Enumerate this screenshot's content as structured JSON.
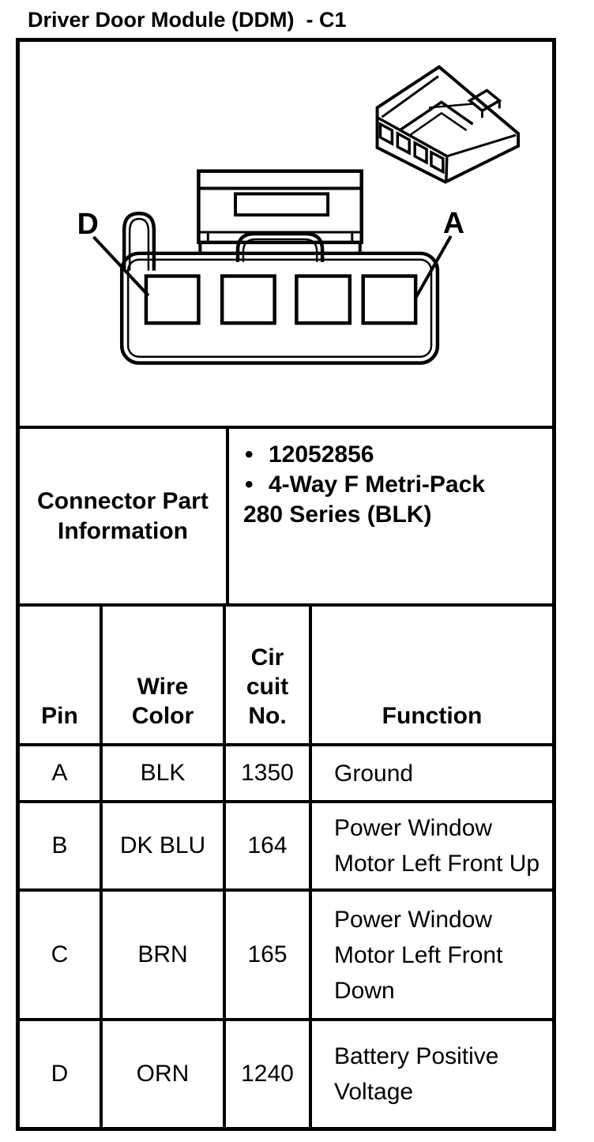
{
  "page_title": "Driver Door Module (DDM)  - C1",
  "colors": {
    "ink": "#000000",
    "paper": "#ffffff"
  },
  "diagram": {
    "label_d": "D",
    "label_a": "A"
  },
  "part_info": {
    "label": "Connector Part Information",
    "bullet_char": "•",
    "bullets": [
      "12052856",
      "4-Way F Metri-Pack"
    ],
    "continuation": "280 Series (BLK)"
  },
  "pin_table": {
    "headers": {
      "pin": "Pin",
      "wire_color": "Wire Color",
      "circuit_no": "Cir cuit No.",
      "function": "Function"
    },
    "rows": [
      {
        "pin": "A",
        "wire_color": "BLK",
        "circuit_no": "1350",
        "function": "Ground"
      },
      {
        "pin": "B",
        "wire_color": "DK BLU",
        "circuit_no": "164",
        "function": "Power Window Motor Left Front Up"
      },
      {
        "pin": "C",
        "wire_color": "BRN",
        "circuit_no": "165",
        "function": "Power Window Motor Left Front Down"
      },
      {
        "pin": "D",
        "wire_color": "ORN",
        "circuit_no": "1240",
        "function": "Battery Positive Voltage"
      }
    ]
  }
}
